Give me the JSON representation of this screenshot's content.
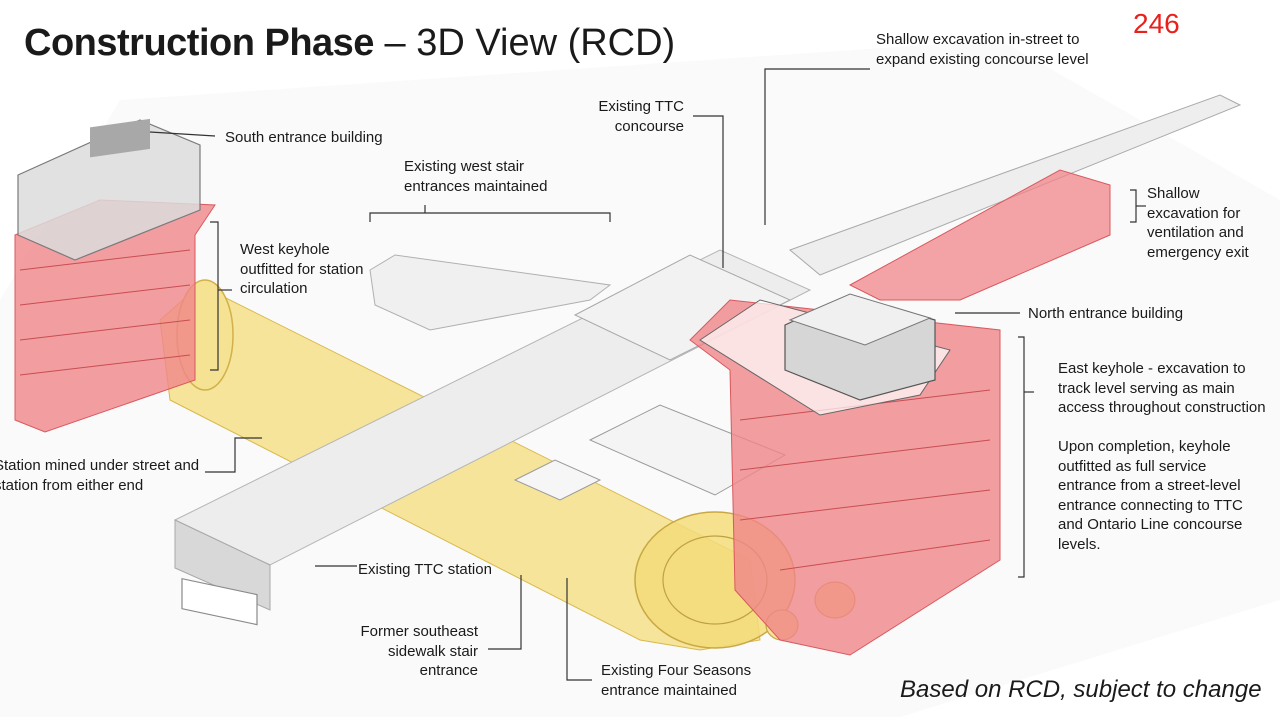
{
  "page_number": "246",
  "title": {
    "bold": "Construction Phase",
    "dash": " – ",
    "light": "3D View (RCD)"
  },
  "labels": {
    "south_entrance": "South entrance building",
    "west_stair": "Existing west stair entrances maintained",
    "west_keyhole": "West keyhole outfitted for station circulation",
    "ttc_concourse": "Existing TTC concourse",
    "shallow_excavation_street": "Shallow excavation in-street to expand existing concourse level",
    "shallow_excavation_vent": "Shallow excavation for ventilation and emergency exit",
    "north_entrance": "North entrance building",
    "east_keyhole": "East keyhole - excavation to track level serving as main access throughout construction",
    "east_keyhole_completion": "Upon completion, keyhole outfitted as full service entrance from a street-level entrance connecting to TTC and Ontario Line concourse levels.",
    "station_mined": "Station mined under street and station from either end",
    "ttc_station": "Existing TTC station",
    "southeast_stair": "Former southeast sidewalk stair entrance",
    "four_seasons": "Existing Four Seasons entrance maintained"
  },
  "footer_note": "Based on RCD, subject to change",
  "colors": {
    "keyhole_red": "#f0868a",
    "tunnel_yellow": "#f3dc7a",
    "structure_grey": "#e6e6e6",
    "page_number_red": "#e8211c"
  }
}
